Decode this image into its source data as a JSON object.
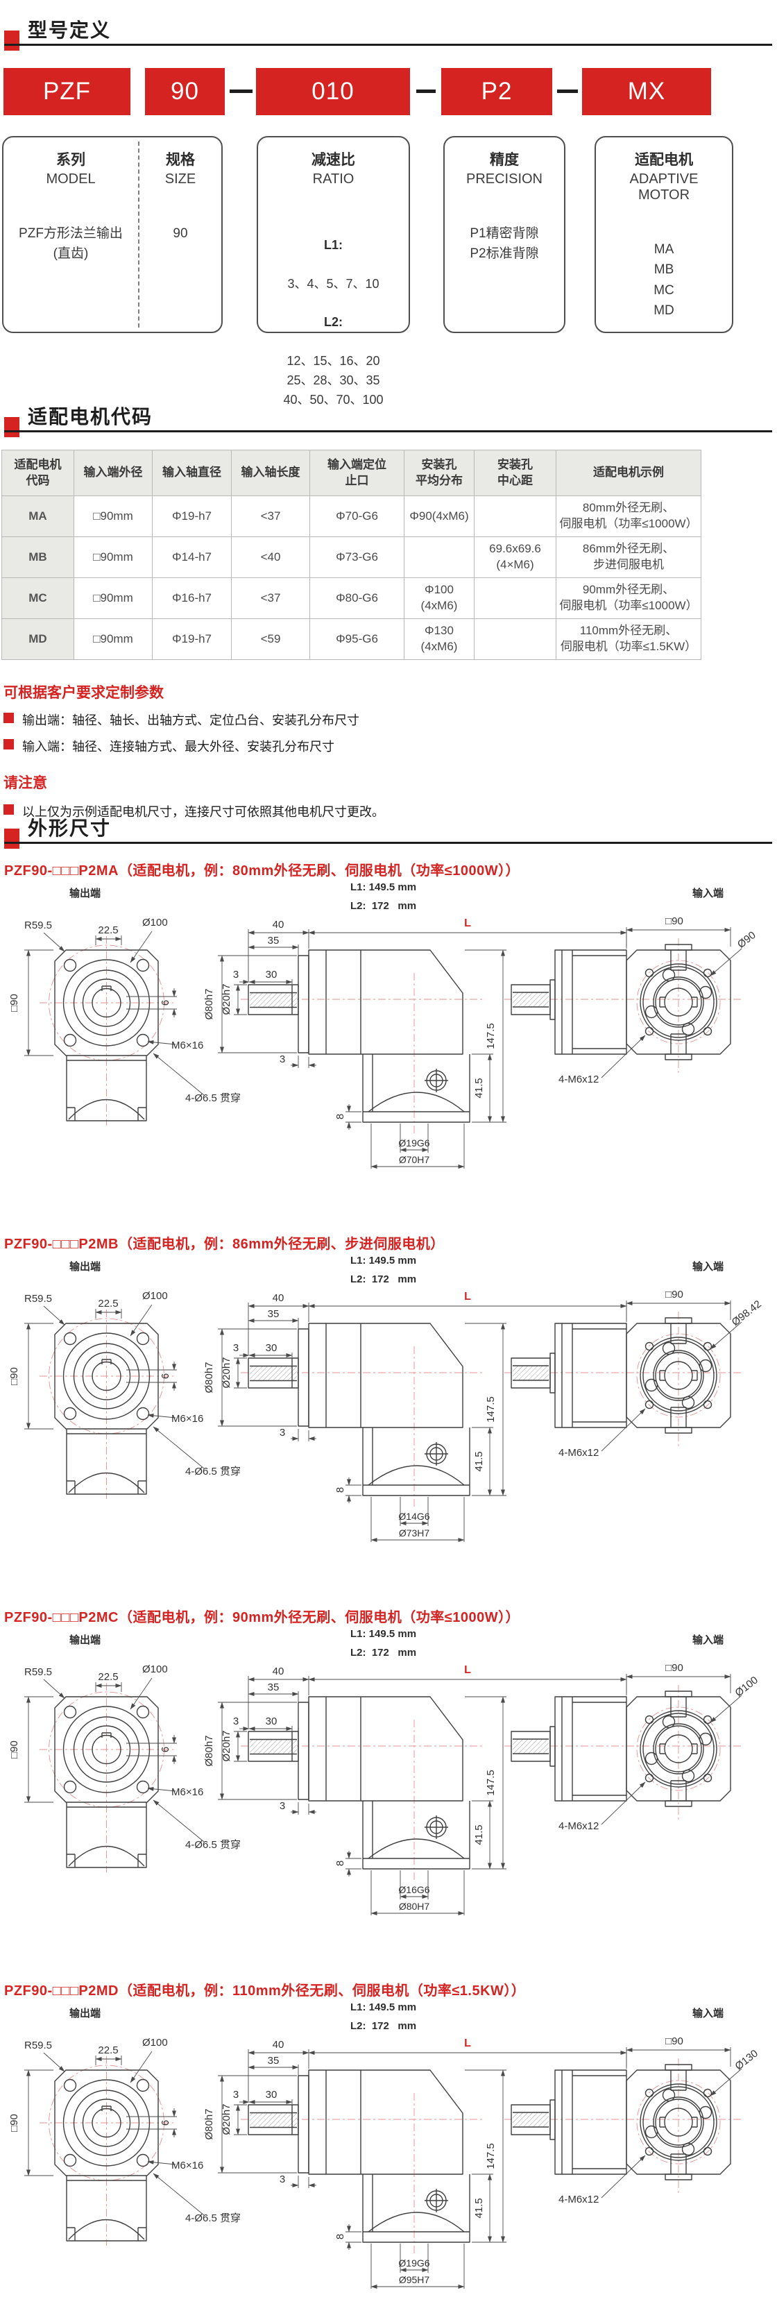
{
  "colors": {
    "accent_red": "#d42321",
    "line_gray": "#3f3f3f",
    "table_header_bg": "#e9e9e6"
  },
  "sections": {
    "model_definition": "型号定义",
    "motor_code": "适配电机代码",
    "dimensions": "外形尺寸"
  },
  "model_code": {
    "segments": [
      "PZF",
      "90",
      "010",
      "P2",
      "MX"
    ]
  },
  "cards": {
    "series": {
      "cn": "系列",
      "en": "MODEL",
      "value": "PZF方形法兰输出\n(直齿)"
    },
    "size": {
      "cn": "规格",
      "en": "SIZE",
      "value": "90"
    },
    "ratio": {
      "cn": "减速比",
      "en": "RATIO",
      "l1_label": "L1:",
      "l1": "3、4、5、7、10",
      "l2_label": "L2:",
      "l2": "12、15、16、20\n25、28、30、35\n40、50、70、100"
    },
    "precision": {
      "cn": "精度",
      "en": "PRECISION",
      "value": "P1精密背隙\nP2标准背隙"
    },
    "motor": {
      "cn": "适配电机",
      "en": "ADAPTIVE\nMOTOR",
      "value": "MA\nMB\nMC\nMD"
    }
  },
  "table": {
    "headers": [
      "适配电机\n代码",
      "输入端外径",
      "输入轴直径",
      "输入轴长度",
      "输入端定位\n止口",
      "安装孔\n平均分布",
      "安装孔\n中心距",
      "适配电机示例"
    ],
    "rows": [
      [
        "MA",
        "□90mm",
        "Φ19-h7",
        "<37",
        "Φ70-G6",
        "Φ90(4xM6)",
        "",
        "80mm外径无刷、\n伺服电机（功率≤1000W）"
      ],
      [
        "MB",
        "□90mm",
        "Φ14-h7",
        "<40",
        "Φ73-G6",
        "",
        "69.6x69.6\n(4×M6)",
        "86mm外径无刷、\n步进伺服电机"
      ],
      [
        "MC",
        "□90mm",
        "Φ16-h7",
        "<37",
        "Φ80-G6",
        "Φ100\n(4xM6)",
        "",
        "90mm外径无刷、\n伺服电机（功率≤1000W）"
      ],
      [
        "MD",
        "□90mm",
        "Φ19-h7",
        "<59",
        "Φ95-G6",
        "Φ130\n(4xM6)",
        "",
        "110mm外径无刷、\n伺服电机（功率≤1.5KW）"
      ]
    ]
  },
  "notes": {
    "custom_title": "可根据客户要求定制参数",
    "bullets": [
      "输出端：轴径、轴长、出轴方式、定位凸台、安装孔分布尺寸",
      "输入端：轴径、连接轴方式、最大外径、安装孔分布尺寸"
    ],
    "notice_title": "请注意",
    "notice_bullets": [
      "以上仅为示例适配电机尺寸，连接尺寸可依照其他电机尺寸更改。"
    ]
  },
  "dims": {
    "out_label": "输出端",
    "in_label": "输入端",
    "l1": "L1: 149.5 mm",
    "l2": "L2:  172   mm",
    "r59_5": "R59.5",
    "w22_5": "22.5",
    "phi100": "Ø100",
    "sq90": "□90",
    "key6": "6",
    "m6x16": "M6×16",
    "thru": "4-Ø6.5 贯穿",
    "d40": "40",
    "d35": "35",
    "d3": "3",
    "d30": "30",
    "phi80h7": "Ø80h7",
    "phi20h7": "Ø20h7",
    "d3b": "3",
    "L": "L",
    "h147_5": "147.5",
    "h41_5": "41.5",
    "h8": "8",
    "m6x12": "4-M6x12",
    "sq90b": "□90"
  },
  "diagrams": [
    {
      "title": "PZF90-□□□P2MA（适配电机，例：80mm外径无刷、伺服电机（功率≤1000W））",
      "bore": "Ø19G6",
      "spigot": "Ø70H7",
      "input_circle": "Ø90"
    },
    {
      "title": "PZF90-□□□P2MB（适配电机，例：86mm外径无刷、步进伺服电机）",
      "bore": "Ø14G6",
      "spigot": "Ø73H7",
      "input_circle": "Ø98.42"
    },
    {
      "title": "PZF90-□□□P2MC（适配电机，例：90mm外径无刷、伺服电机（功率≤1000W））",
      "bore": "Ø16G6",
      "spigot": "Ø80H7",
      "input_circle": "Ø100"
    },
    {
      "title": "PZF90-□□□P2MD（适配电机，例：110mm外径无刷、伺服电机（功率≤1.5KW））",
      "bore": "Ø19G6",
      "spigot": "Ø95H7",
      "input_circle": "Ø130"
    }
  ]
}
